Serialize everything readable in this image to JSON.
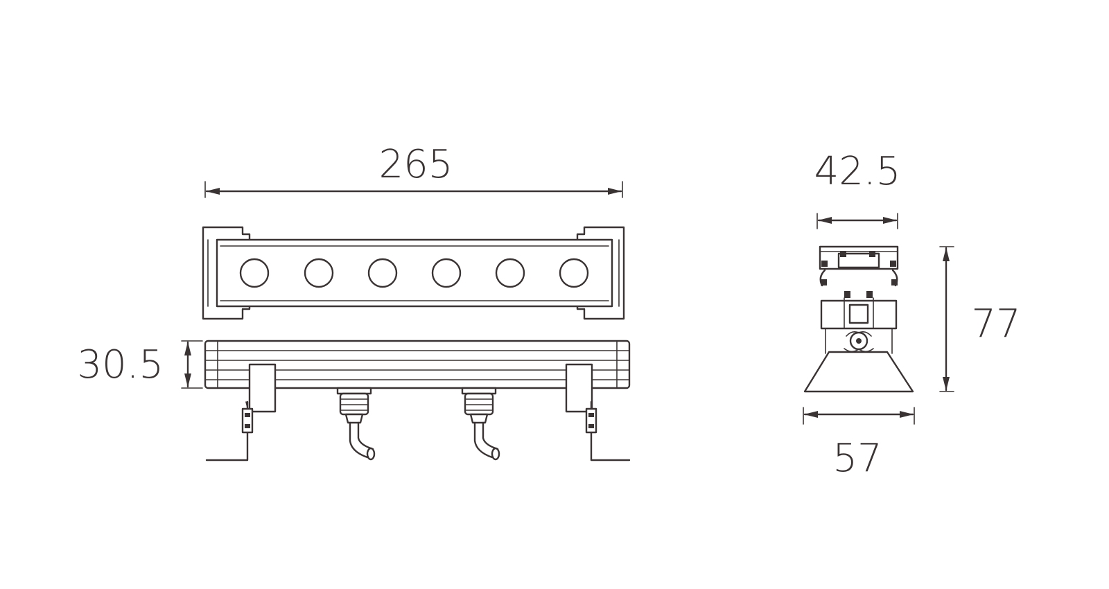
{
  "dimensions": {
    "length": "265",
    "height": "30.5",
    "top_width": "42.5",
    "side_height": "77",
    "base_width": "57"
  },
  "colors": {
    "line": "#3a3334",
    "background": "#ffffff"
  }
}
